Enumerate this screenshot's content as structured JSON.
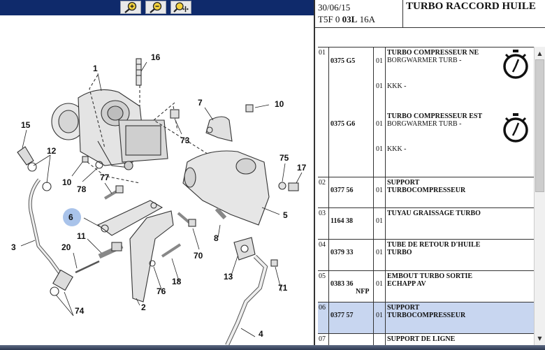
{
  "toolbar": {
    "buttons": [
      {
        "name": "zoom-in",
        "icon": "magnifier-plus-icon"
      },
      {
        "name": "zoom-out",
        "icon": "magnifier-minus-icon"
      },
      {
        "name": "zoom-move",
        "icon": "magnifier-move-icon"
      }
    ]
  },
  "diagram": {
    "callouts": [
      "16",
      "1",
      "7",
      "10",
      "15",
      "12",
      "73",
      "10",
      "78",
      "77",
      "75",
      "17",
      "6",
      "5",
      "11",
      "3",
      "8",
      "20",
      "70",
      "13",
      "18",
      "76",
      "71",
      "74",
      "2",
      "4"
    ],
    "highlight_callout": "6",
    "highlight_color": "#a9c3ea"
  },
  "header": {
    "date": "30/06/15",
    "code_prefix": "T5F 0",
    "code_bold": "03L",
    "code_suffix": "16A",
    "title": "TURBO RACCORD HUILE"
  },
  "parts": [
    {
      "num": "01",
      "ref": "0375 G5",
      "lines": [
        {
          "qty": "01",
          "text": [
            "TURBO COMPRESSEUR NE",
            "BORGWARMER TURB -"
          ]
        },
        {
          "qty": "01",
          "text": [
            "KKK -"
          ]
        }
      ],
      "clock": true
    },
    {
      "num": "",
      "ref": "0375 G6",
      "lines": [
        {
          "qty": "01",
          "text": [
            "TURBO COMPRESSEUR EST",
            "BORGWARMER TURB -"
          ]
        },
        {
          "qty": "01",
          "text": [
            "KKK -"
          ]
        }
      ],
      "clock": true
    },
    {
      "num": "02",
      "ref": "0377 56",
      "qty": "01",
      "text": [
        "SUPPORT",
        "TURBOCOMPRESSEUR"
      ]
    },
    {
      "num": "03",
      "ref": "1164 38",
      "qty": "01",
      "text": [
        "TUYAU GRAISSAGE TURBO"
      ]
    },
    {
      "num": "04",
      "ref": "0379 33",
      "qty": "01",
      "text": [
        "TUBE DE RETOUR D'HUILE",
        "TURBO"
      ]
    },
    {
      "num": "05",
      "ref": "0383 36",
      "ref_note": "NFP",
      "qty": "01",
      "text": [
        "EMBOUT TURBO SORTIE",
        "ECHAPP AV"
      ]
    },
    {
      "num": "06",
      "ref": "0377 57",
      "qty": "01",
      "text": [
        "SUPPORT",
        "TURBOCOMPRESSEUR"
      ],
      "selected": true
    },
    {
      "num": "07",
      "ref": "",
      "qty": "",
      "text": [
        "SUPPORT DE LIGNE"
      ]
    }
  ],
  "colors": {
    "toolbar": "#0f2a6b",
    "selected_row": "#c8d6f0",
    "icon_yellow": "#f4d23c"
  }
}
